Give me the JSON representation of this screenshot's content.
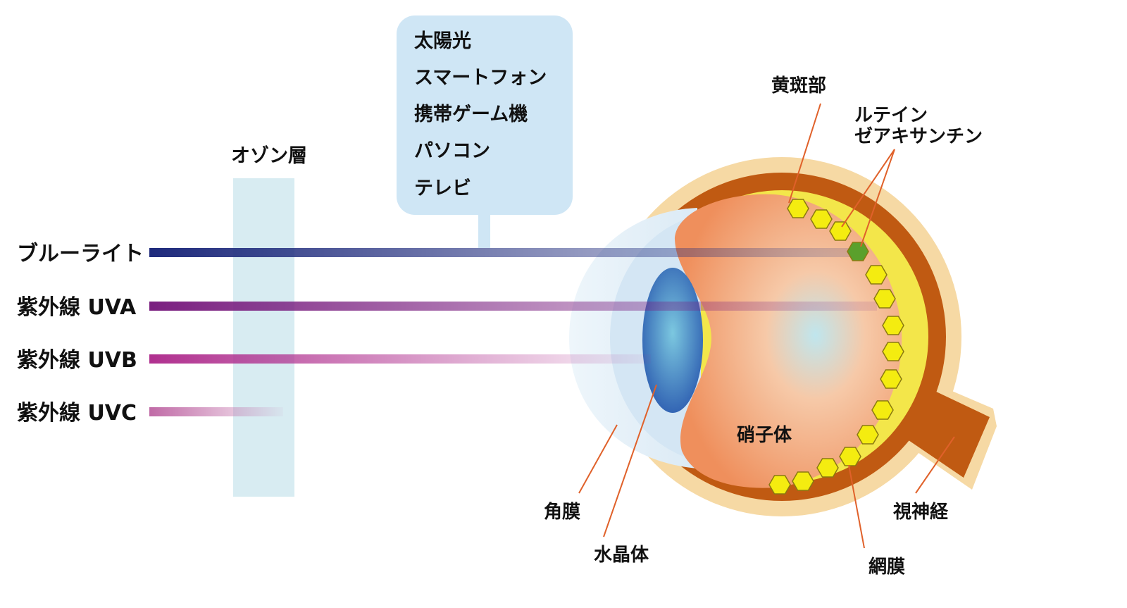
{
  "rays": [
    {
      "label": "ブルーライト",
      "color": "#1e2a7c"
    },
    {
      "label": "紫外線 UVA",
      "color": "#7a1f80"
    },
    {
      "label": "紫外線 UVB",
      "color": "#b0308f"
    },
    {
      "label": "紫外線 UVC",
      "color": "#c06aa6"
    }
  ],
  "ozone": {
    "label": "オゾン層"
  },
  "sources": {
    "items": [
      "太陽光",
      "スマートフォン",
      "携帯ゲーム機",
      "パソコン",
      "テレビ"
    ]
  },
  "eye": {
    "macula": "黄斑部",
    "pigments": [
      "ルテイン",
      "ゼアキサンチン"
    ],
    "cornea": "角膜",
    "lens": "水晶体",
    "vitreous": "硝子体",
    "retina": "網膜",
    "optic_nerve": "視神経"
  },
  "colors": {
    "ozone_fill": "#d8ecf2",
    "bubble_fill": "#cfe6f5",
    "sclera_outer": "#f6d9a4",
    "choroid": "#c05a12",
    "vitreous": "#ef8f5c",
    "hexagon": "#f4ec10",
    "hexagon_highlight": "#5aa02c",
    "leader": "#e0612a"
  }
}
